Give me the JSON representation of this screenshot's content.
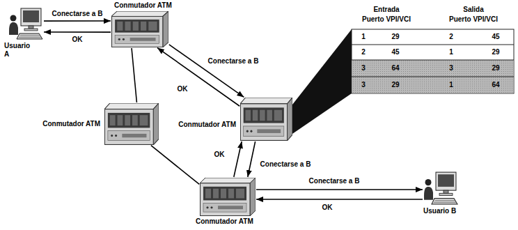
{
  "diagram": {
    "nodes": [
      {
        "text": [
          "Usuario A"
        ]
      },
      {
        "text": [
          "Conmutador ATM"
        ]
      },
      {
        "text": [
          "Conmutador ATM"
        ]
      },
      {
        "text": [
          "Conmutador ATM"
        ]
      },
      {
        "text": [
          "Conmutador ATM"
        ]
      },
      {
        "text": [
          "Usuario B"
        ]
      }
    ],
    "edges": [
      {
        "from": 0,
        "to": 1,
        "label": "Conectarse a B",
        "arrow": "to"
      },
      {
        "from": 1,
        "to": 0,
        "label": "OK",
        "arrow": "to"
      },
      {
        "from": 1,
        "to": 3,
        "label": "Conectarse a B",
        "arrow": "to"
      },
      {
        "from": 3,
        "to": 1,
        "label": "OK",
        "arrow": "to"
      },
      {
        "from": 3,
        "to": 4,
        "label": "Conectarse a B",
        "arrow": "to"
      },
      {
        "from": 4,
        "to": 3,
        "label": "OK",
        "arrow": "to"
      },
      {
        "from": 4,
        "to": 5,
        "label": "Conectarse a B",
        "arrow": "to"
      },
      {
        "from": 5,
        "to": 4,
        "label": "OK",
        "arrow": "to"
      },
      {
        "from": 1,
        "to": 2,
        "arrow": "none"
      },
      {
        "from": 2,
        "to": 4,
        "arrow": "none"
      }
    ],
    "labels": [
      "Entrada",
      "Puerto VPI/VCI",
      "Salida",
      "Puerto VPI/VCI",
      "1",
      "29",
      "2",
      "45",
      "2",
      "45",
      "1",
      "29",
      "3",
      "64",
      "3",
      "29",
      "3",
      "29",
      "1",
      "64"
    ]
  }
}
